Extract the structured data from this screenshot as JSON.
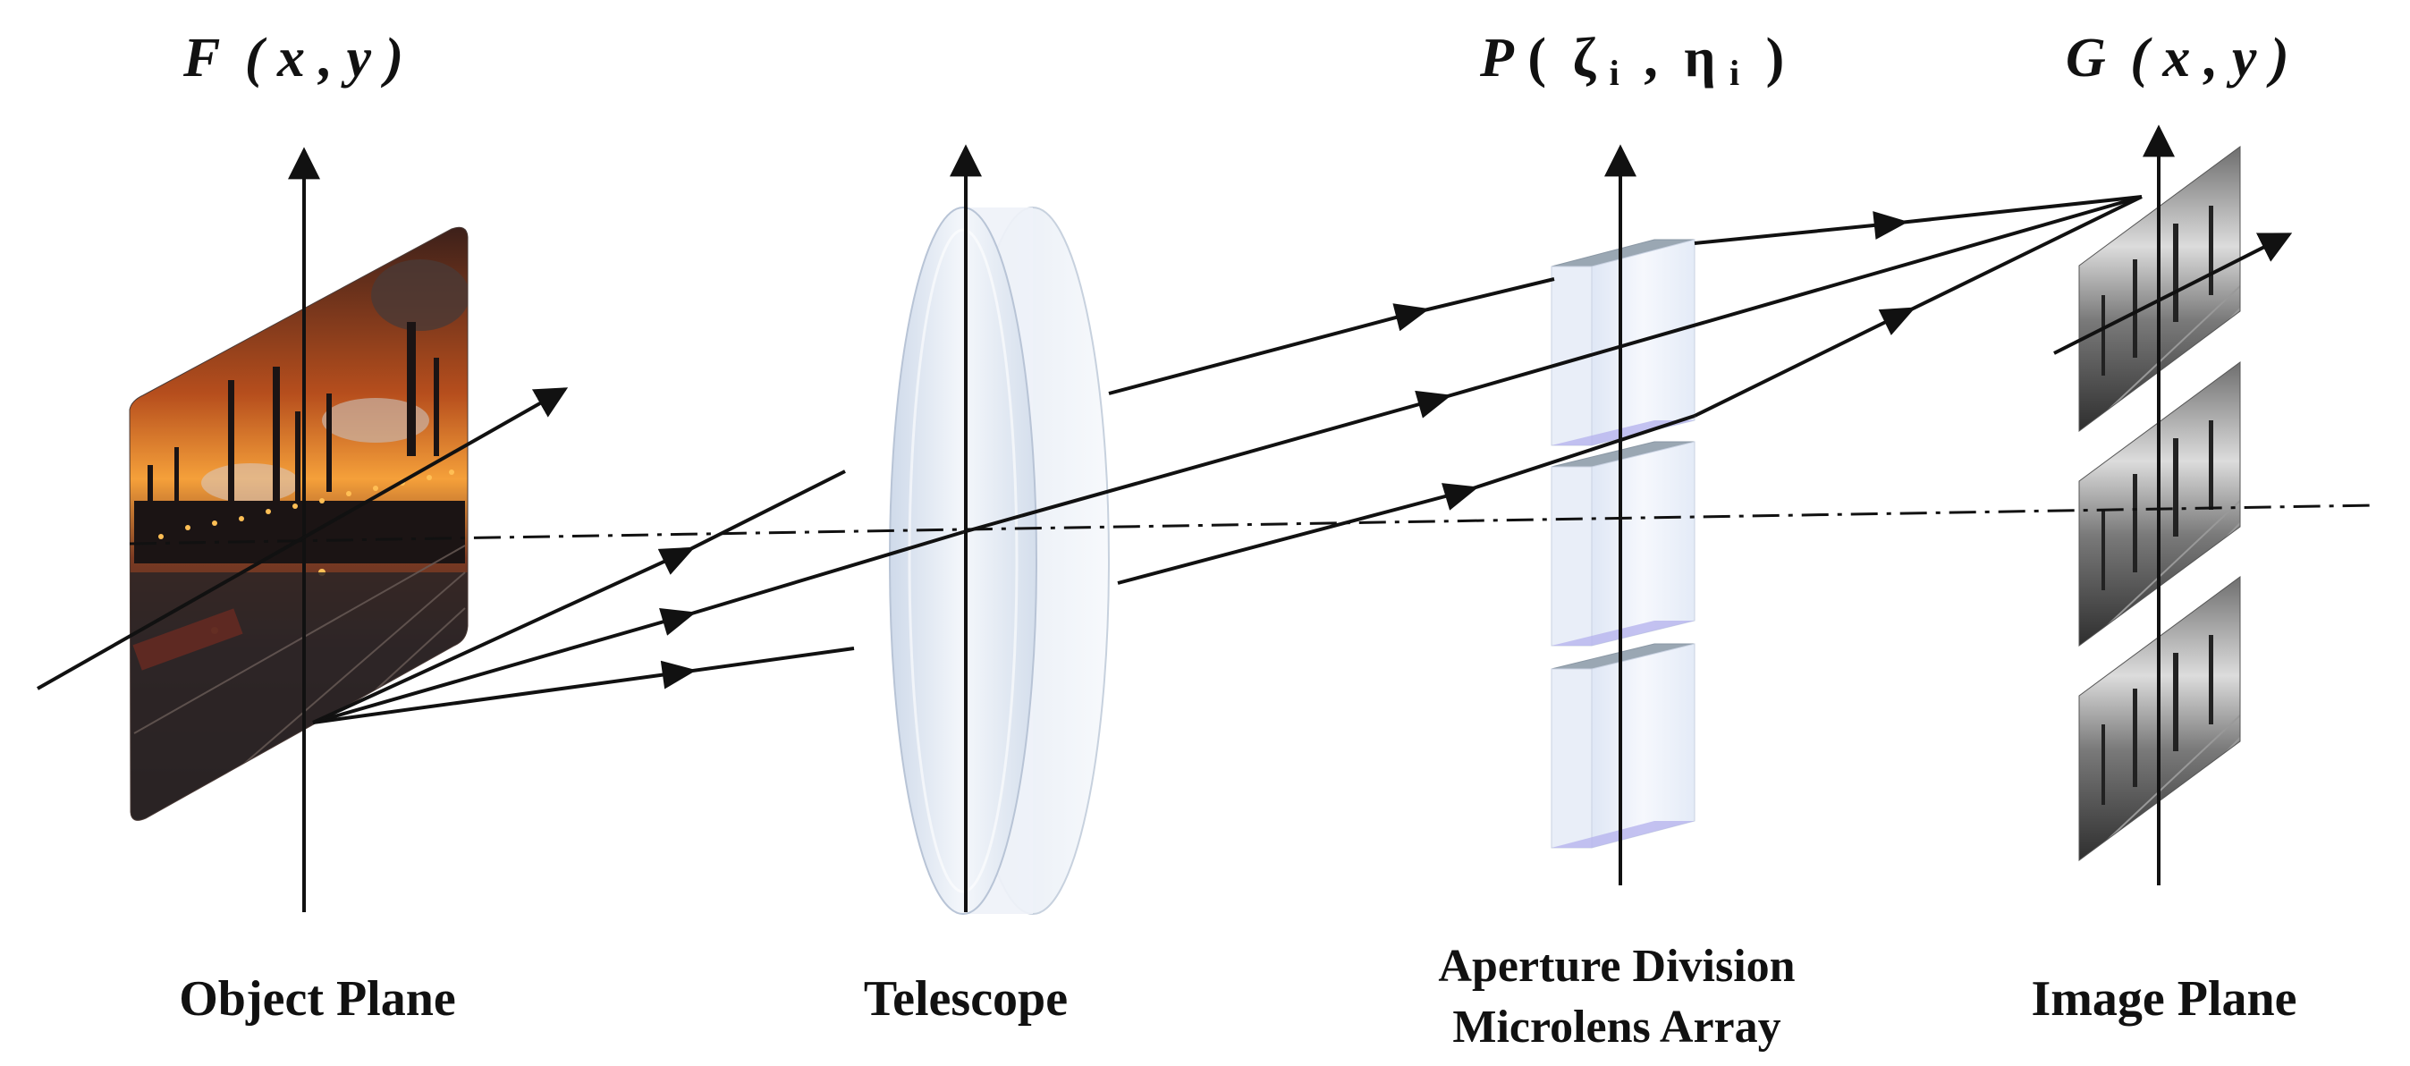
{
  "labels": {
    "object_function": "F",
    "object_coords": "( x , y )",
    "pupil_function": "P",
    "pupil_open": "(",
    "pupil_zeta": "ζ",
    "pupil_sub_1": "i",
    "pupil_comma": ",",
    "pupil_eta": "η",
    "pupil_sub_2": "i",
    "pupil_close": ")",
    "image_function": "G",
    "image_coords": "( x , y )",
    "object_plane": "Object Plane",
    "telescope": "Telescope",
    "aperture_line1": "Aperture Division",
    "aperture_line2": "Microlens Array",
    "image_plane": "Image Plane"
  },
  "colors": {
    "sky_top": "#3a1f1a",
    "sky_glow": "#e06a1c",
    "sky_bright": "#f5a03a",
    "ground": "#2a2626",
    "lens_glass": "#dfe8f3",
    "microlens_glass": "#eef3fb",
    "microlens_tint": "#b7b4ee",
    "ink": "#111111"
  }
}
